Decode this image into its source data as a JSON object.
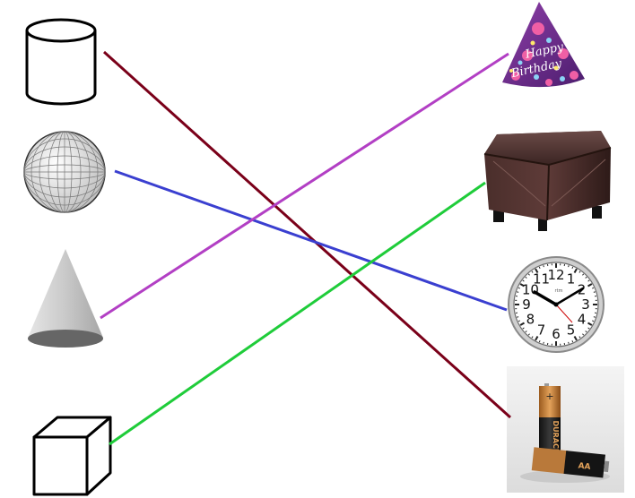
{
  "shapes": [
    {
      "id": "cylinder",
      "icon": "cylinder-icon"
    },
    {
      "id": "sphere",
      "icon": "sphere-icon"
    },
    {
      "id": "cone",
      "icon": "cone-icon"
    },
    {
      "id": "cube",
      "icon": "cube-icon"
    }
  ],
  "objects": [
    {
      "id": "party-hat",
      "icon": "party-hat-icon",
      "text": [
        "Happy",
        "Birthday"
      ]
    },
    {
      "id": "ottoman",
      "icon": "ottoman-icon"
    },
    {
      "id": "wall-clock",
      "icon": "clock-icon",
      "numbers": [
        "12",
        "1",
        "2",
        "3",
        "4",
        "5",
        "6",
        "7",
        "8",
        "9",
        "10",
        "11"
      ],
      "brand": "rtm"
    },
    {
      "id": "batteries",
      "icon": "batteries-icon",
      "brand": "DURACELL",
      "size_label": "AA"
    }
  ],
  "connections": [
    {
      "from": "cylinder",
      "to": "batteries",
      "color": "#7a0019"
    },
    {
      "from": "sphere",
      "to": "wall-clock",
      "color": "#3a3fd0"
    },
    {
      "from": "cone",
      "to": "party-hat",
      "color": "#b23fc4"
    },
    {
      "from": "cube",
      "to": "ottoman",
      "color": "#1fcc3a"
    }
  ]
}
